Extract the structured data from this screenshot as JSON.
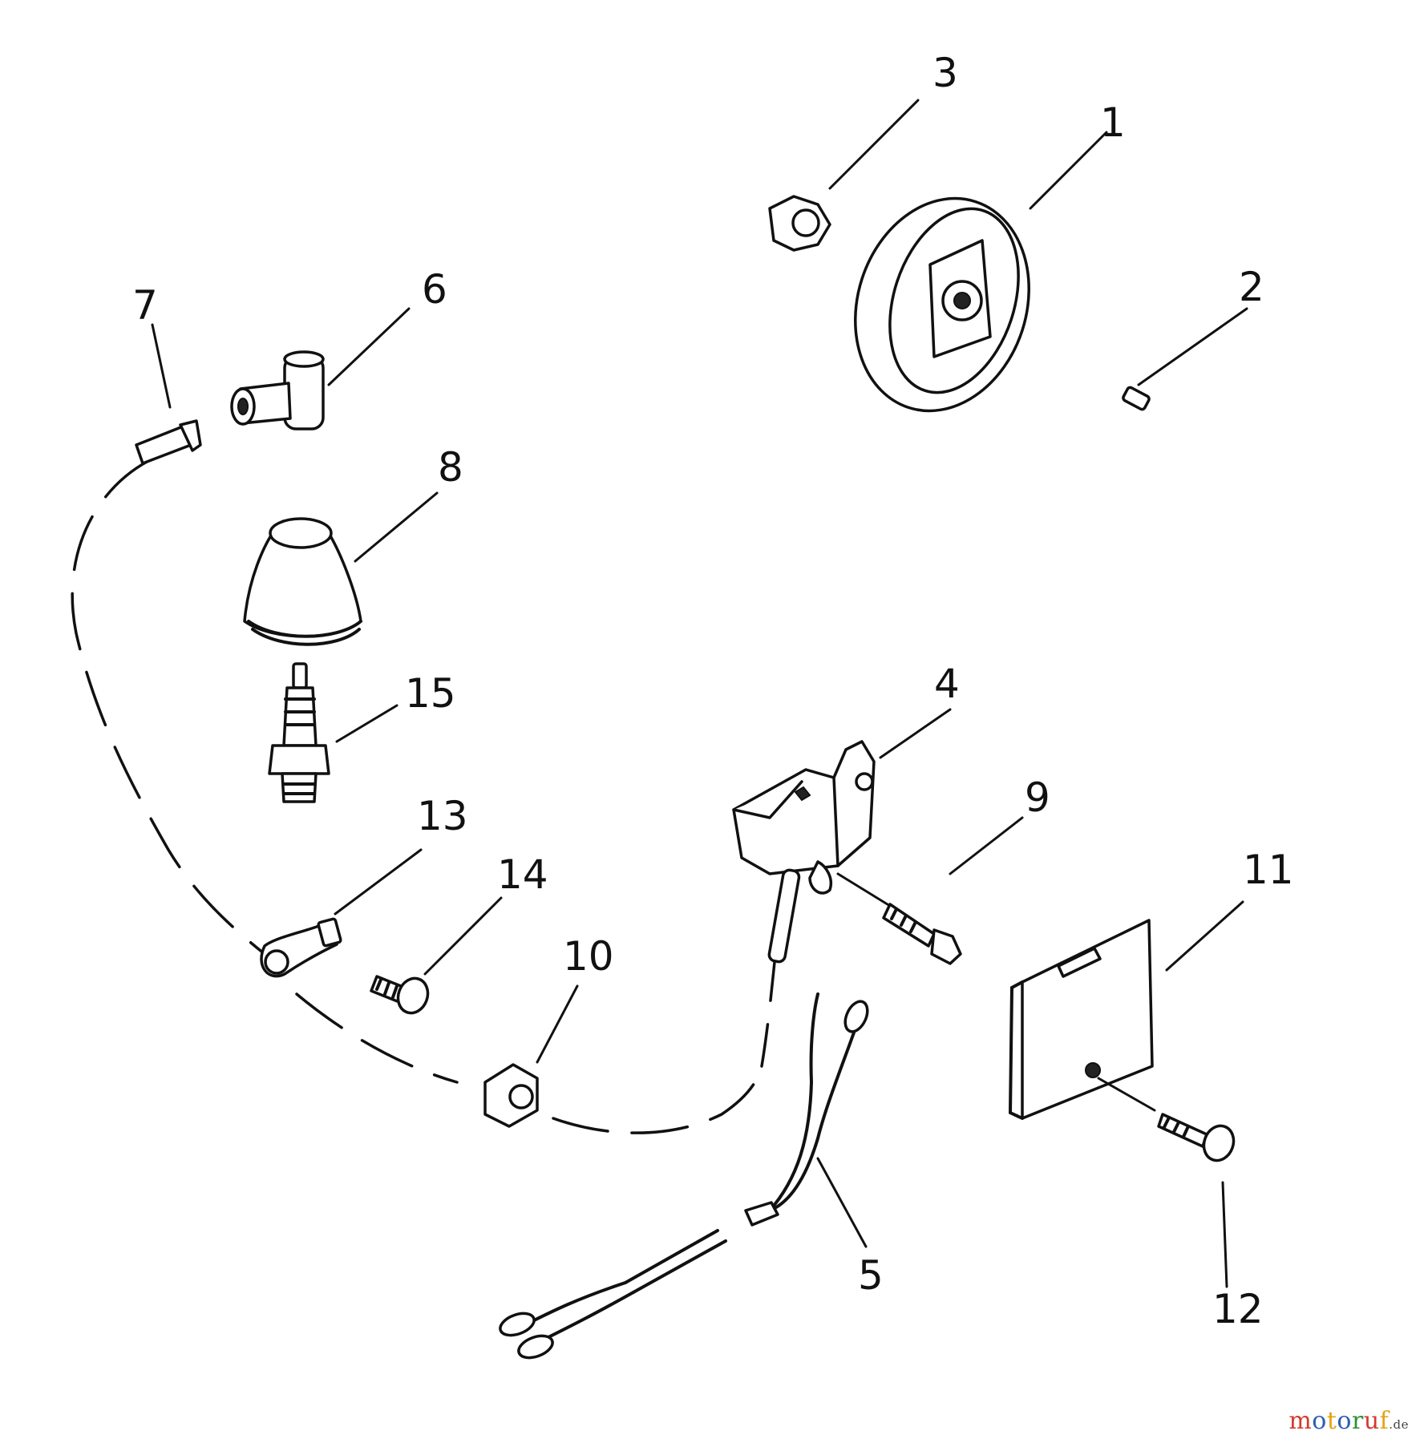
{
  "callouts": {
    "c1": "1",
    "c2": "2",
    "c3": "3",
    "c4": "4",
    "c5": "5",
    "c6": "6",
    "c7": "7",
    "c8": "8",
    "c9": "9",
    "c10": "10",
    "c11": "11",
    "c12": "12",
    "c13": "13",
    "c14": "14",
    "c15": "15"
  },
  "watermark": {
    "text": "motoruf",
    "suffix": ".de",
    "letters": [
      {
        "ch": "m",
        "color": "#d43a2f"
      },
      {
        "ch": "o",
        "color": "#2b5fb4"
      },
      {
        "ch": "t",
        "color": "#e2a415"
      },
      {
        "ch": "o",
        "color": "#2b5fb4"
      },
      {
        "ch": "r",
        "color": "#2f8f3a"
      },
      {
        "ch": "u",
        "color": "#d43a2f"
      },
      {
        "ch": "f",
        "color": "#e2a415"
      }
    ]
  }
}
